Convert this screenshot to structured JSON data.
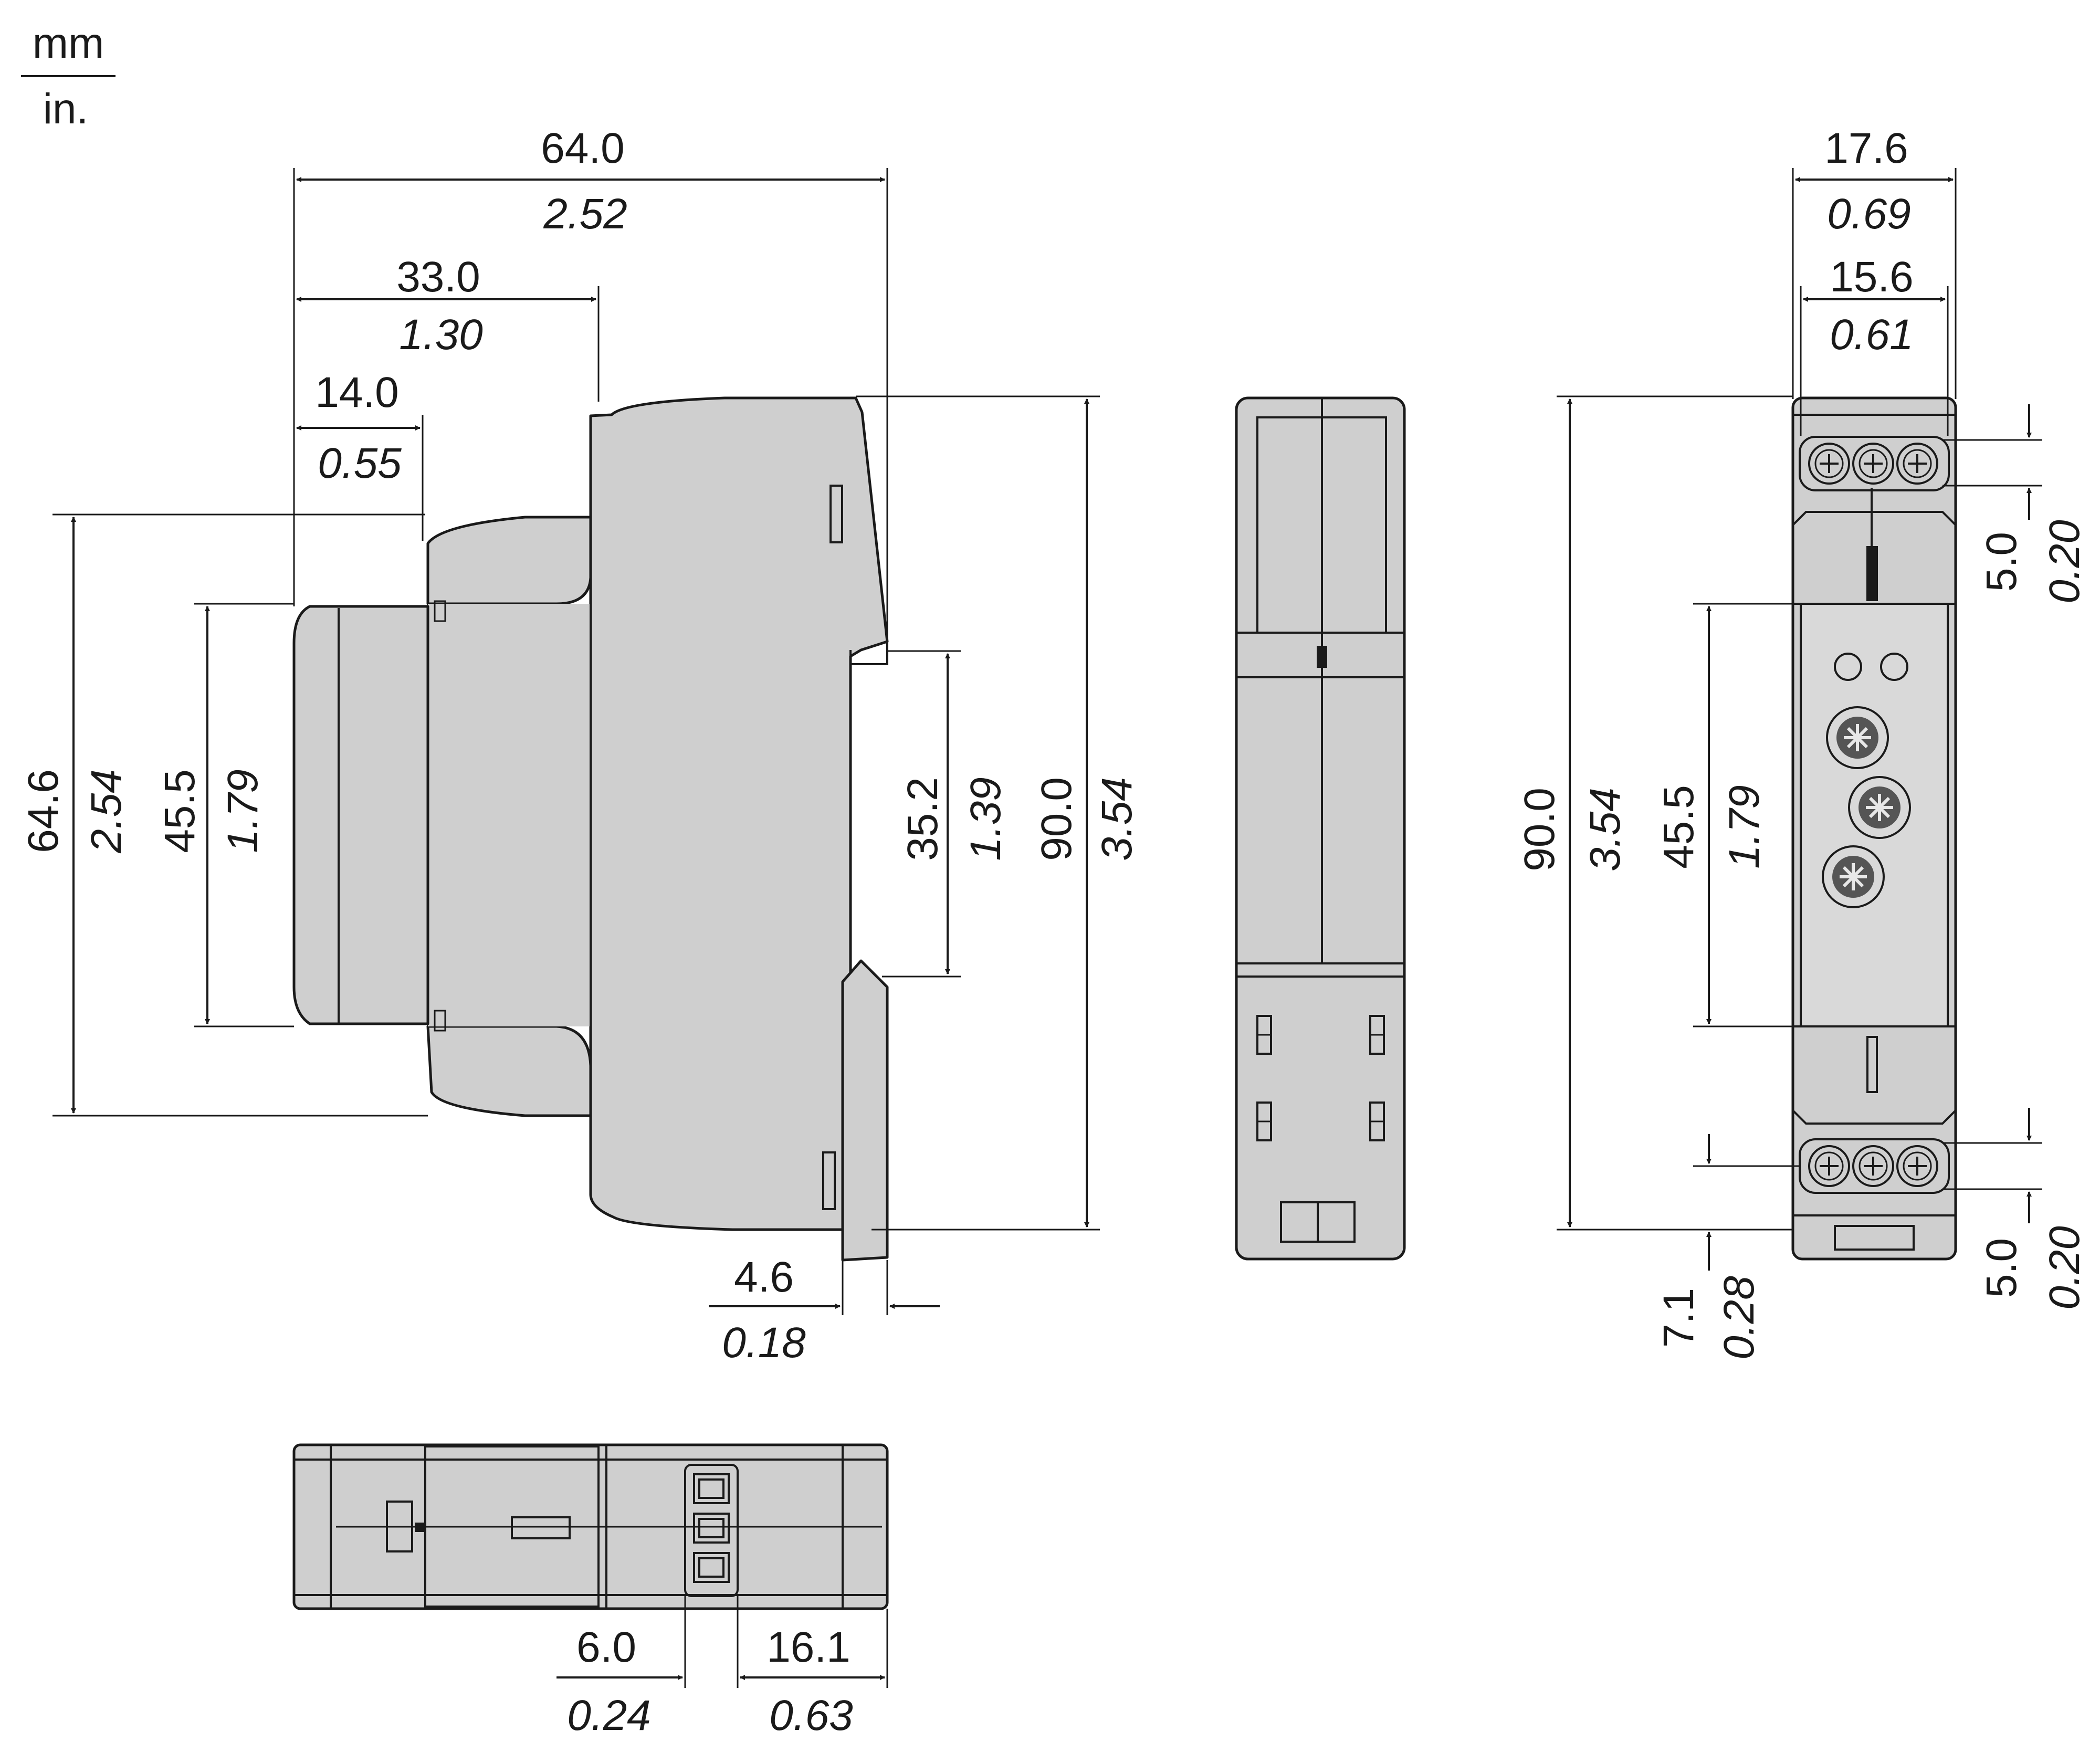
{
  "units": {
    "top": "mm",
    "bottom": "in."
  },
  "side_view": {
    "width_total": {
      "mm": "64.0",
      "in": "2.52"
    },
    "width_front": {
      "mm": "33.0",
      "in": "1.30"
    },
    "width_cap": {
      "mm": "14.0",
      "in": "0.55"
    },
    "height_front": {
      "mm": "64.6",
      "in": "2.54"
    },
    "height_cap": {
      "mm": "45.5",
      "in": "1.79"
    },
    "rail_clip": {
      "mm": "35.2",
      "in": "1.39"
    },
    "height_total": {
      "mm": "90.0",
      "in": "3.54"
    },
    "clip_depth": {
      "mm": "4.6",
      "in": "0.18"
    }
  },
  "front_view": {
    "width_total": {
      "mm": "17.6",
      "in": "0.69"
    },
    "width_inner": {
      "mm": "15.6",
      "in": "0.61"
    },
    "height_total": {
      "mm": "90.0",
      "in": "3.54"
    },
    "height_face": {
      "mm": "45.5",
      "in": "1.79"
    },
    "terminal_top": {
      "mm": "5.0",
      "in": "0.20"
    },
    "terminal_bottom": {
      "mm": "5.0",
      "in": "0.20"
    },
    "bottom_offset": {
      "mm": "7.1",
      "in": "0.28"
    }
  },
  "bottom_view": {
    "dim_left": {
      "mm": "6.0",
      "in": "0.24"
    },
    "dim_right": {
      "mm": "16.1",
      "in": "0.63"
    }
  }
}
